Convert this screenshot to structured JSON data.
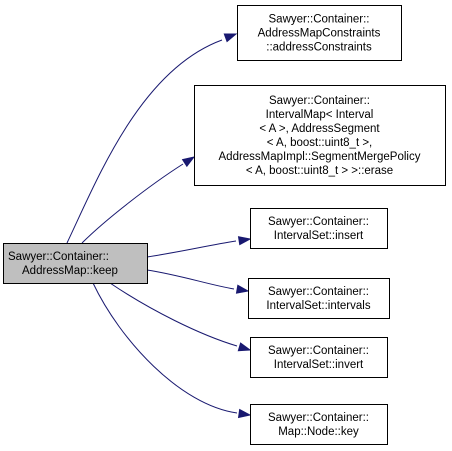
{
  "diagram": {
    "colors": {
      "edge": "#191970",
      "root_fill": "#bfbfbf",
      "node_fill": "#ffffff",
      "border": "#000000"
    },
    "root": {
      "id": "keep",
      "lines": [
        "Sawyer::Container::",
        "AddressMap::keep"
      ]
    },
    "targets": [
      {
        "id": "addressConstraints",
        "lines": [
          "Sawyer::Container::",
          "AddressMapConstraints",
          "::addressConstraints"
        ]
      },
      {
        "id": "erase",
        "lines": [
          "Sawyer::Container::",
          "IntervalMap< Interval",
          "< A >, AddressSegment",
          "< A, boost::uint8_t >,",
          "AddressMapImpl::SegmentMergePolicy",
          "< A, boost::uint8_t > >::erase"
        ]
      },
      {
        "id": "insert",
        "lines": [
          "Sawyer::Container::",
          "IntervalSet::insert"
        ]
      },
      {
        "id": "intervals",
        "lines": [
          "Sawyer::Container::",
          "IntervalSet::intervals"
        ]
      },
      {
        "id": "invert",
        "lines": [
          "Sawyer::Container::",
          "IntervalSet::invert"
        ]
      },
      {
        "id": "key",
        "lines": [
          "Sawyer::Container::",
          "Map::Node::key"
        ]
      }
    ],
    "edges": [
      {
        "from": "keep",
        "to": "addressConstraints"
      },
      {
        "from": "keep",
        "to": "erase"
      },
      {
        "from": "keep",
        "to": "insert"
      },
      {
        "from": "keep",
        "to": "intervals"
      },
      {
        "from": "keep",
        "to": "invert"
      },
      {
        "from": "keep",
        "to": "key"
      }
    ]
  }
}
